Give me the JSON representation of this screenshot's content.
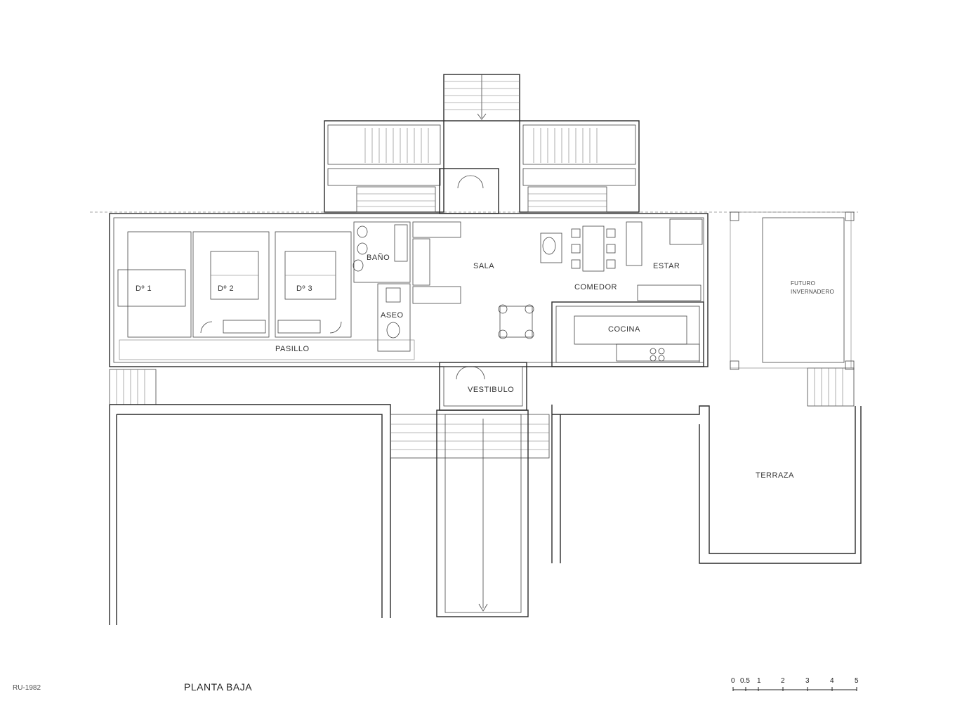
{
  "rooms": {
    "d1": "Dº 1",
    "d2": "Dº 2",
    "d3": "Dº 3",
    "bano": "BAÑO",
    "aseo": "ASEO",
    "sala": "SALA",
    "comedor": "COMEDOR",
    "estar": "ESTAR",
    "cocina": "COCINA",
    "pasillo": "PASILLO",
    "vestibulo": "VESTIBULO",
    "terraza": "TERRAZA",
    "invernadero_1": "FUTURO",
    "invernadero_2": "INVERNADERO"
  },
  "footer": {
    "code": "RU-1982",
    "title": "PLANTA BAJA"
  },
  "scale": {
    "ticks": [
      "0",
      "0.5",
      "1",
      "2",
      "3",
      "4",
      "5"
    ]
  }
}
